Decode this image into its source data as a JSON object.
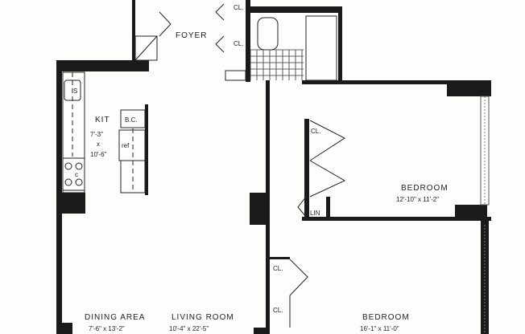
{
  "rooms": {
    "foyer": {
      "name": "FOYER"
    },
    "kitchen": {
      "name": "KIT",
      "dim_w": "7'-3\"",
      "dim_x": "x",
      "dim_l": "10'-6\""
    },
    "bedroom1": {
      "name": "BEDROOM",
      "dims": "12'-10\" x 11'-2\""
    },
    "bedroom2": {
      "name": "BEDROOM",
      "dims": "16'-1\" x 11'-0\""
    },
    "dining": {
      "name": "DINING AREA",
      "dims": "7'-6\" x 13'-2\""
    },
    "living": {
      "name": "LIVING ROOM",
      "dims": "10'-4\" x 22'-5\""
    }
  },
  "fixtures": {
    "sink": "S",
    "stove": "c",
    "broom_closet": "B.C.",
    "refrigerator": "ref",
    "closet": "CL.",
    "linen": "LIN"
  },
  "colors": {
    "wall": "#1a1a1a",
    "paper": "#fdfdfb"
  }
}
